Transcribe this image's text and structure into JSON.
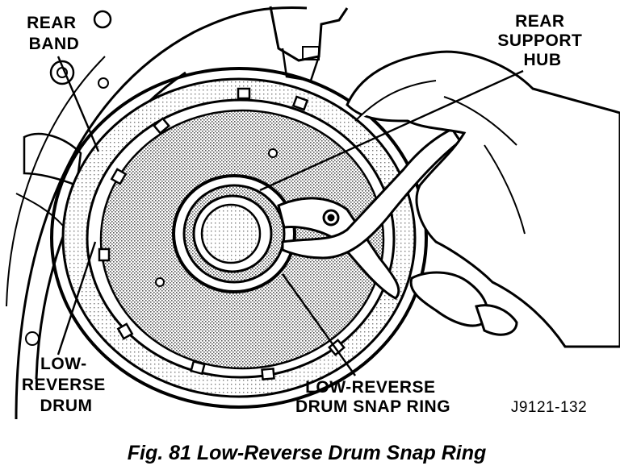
{
  "labels": {
    "rear_band": [
      "REAR",
      "BAND"
    ],
    "rear_support_hub": [
      "REAR",
      "SUPPORT",
      "HUB"
    ],
    "low_reverse_drum": [
      "LOW-",
      "REVERSE",
      "DRUM"
    ],
    "snap_ring": [
      "LOW-REVERSE",
      "DRUM SNAP RING"
    ]
  },
  "figure_id": "J9121-132",
  "caption": "Fig. 81 Low-Reverse Drum Snap Ring"
}
